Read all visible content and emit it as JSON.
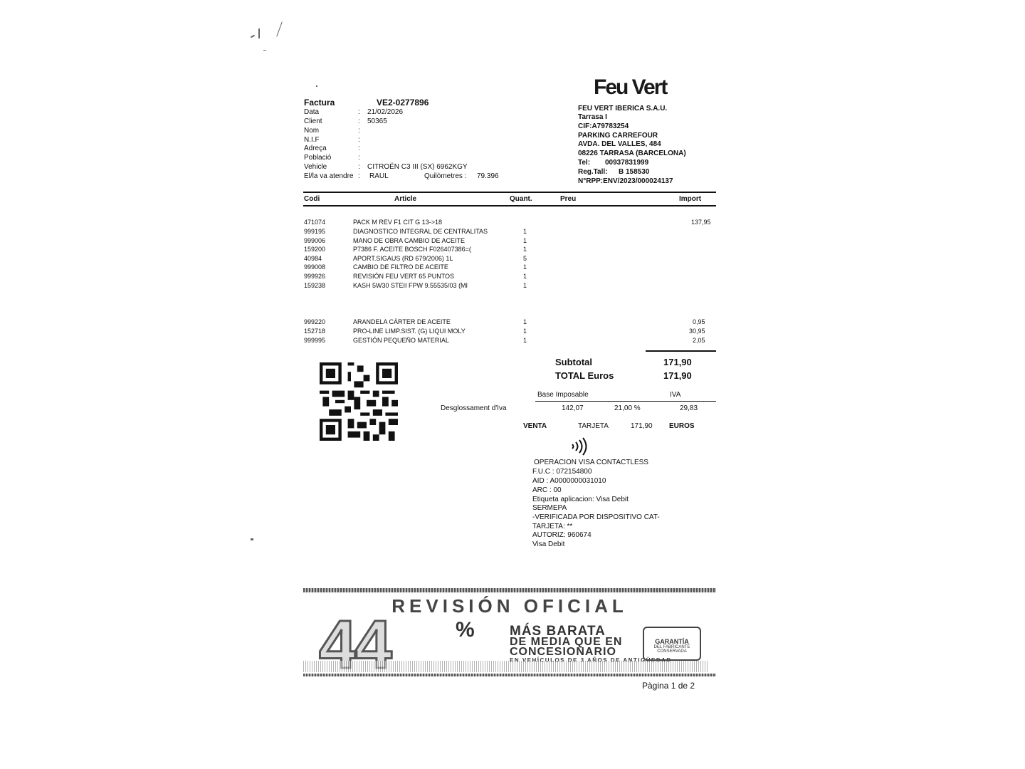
{
  "invoice": {
    "label": "Factura",
    "number": "VE2-0277896",
    "fields": [
      {
        "label": "Data",
        "value": "21/02/2026"
      },
      {
        "label": "Client",
        "value": "50365"
      },
      {
        "label": "Nom",
        "value": ""
      },
      {
        "label": "N.I.F",
        "value": ""
      },
      {
        "label": "Adreça",
        "value": ""
      },
      {
        "label": "Població",
        "value": ""
      },
      {
        "label": "Vehicle",
        "value": "CITROËN  C3 III (SX) 6962KGY"
      },
      {
        "label": "El/la va atendre",
        "value": "RAUL"
      }
    ],
    "km_label": "Quilòmetres :",
    "km_value": "79.396"
  },
  "company": {
    "logo": "Feu Vert",
    "lines": [
      "FEU VERT IBERICA S.A.U.",
      "Tarrasa I",
      "CIF:A79783254",
      "PARKING CARREFOUR",
      "AVDA. DEL VALLES, 484",
      "08226 TARRASA (BARCELONA)"
    ],
    "tel_label": "Tel:",
    "tel_value": "00937831999",
    "reg_label": "Reg.Tall:",
    "reg_value": "B 158530",
    "rpp": "N°RPP:ENV/2023/000024137"
  },
  "table": {
    "headers": {
      "code": "Codi",
      "article": "Article",
      "qty": "Quant.",
      "price": "Preu",
      "amount": "Import"
    },
    "rows": [
      {
        "code": "471074",
        "article": "PACK M REV F1 CIT G 13->18",
        "qty": "",
        "amount": "137,95"
      },
      {
        "code": "999195",
        "article": "DIAGNOSTICO INTEGRAL DE CENTRALITAS",
        "qty": "1",
        "amount": ""
      },
      {
        "code": "999006",
        "article": "MANO DE OBRA CAMBIO DE ACEITE",
        "qty": "1",
        "amount": ""
      },
      {
        "code": "159200",
        "article": "P7386 F. ACEITE BOSCH F026407386=(",
        "qty": "1",
        "amount": ""
      },
      {
        "code": "40984",
        "article": "APORT.SIGAUS (RD 679/2006) 1L",
        "qty": "5",
        "amount": ""
      },
      {
        "code": "999008",
        "article": "CAMBIO DE FILTRO DE ACEITE",
        "qty": "1",
        "amount": ""
      },
      {
        "code": "999926",
        "article": "REVISIÓN FEU VERT 65 PUNTOS",
        "qty": "1",
        "amount": ""
      },
      {
        "code": "159238",
        "article": "KASH 5W30 STEII FPW 9.55535/03 (MI",
        "qty": "1",
        "amount": ""
      }
    ],
    "rows2": [
      {
        "code": "999220",
        "article": "ARANDELA CÁRTER DE ACEITE",
        "qty": "1",
        "amount": "0,95"
      },
      {
        "code": "152718",
        "article": "PRO-LINE LIMP.SIST. (G) LIQUI MOLY",
        "qty": "1",
        "amount": "30,95"
      },
      {
        "code": "999995",
        "article": "GESTIÓN PEQUEÑO MATERIAL",
        "qty": "1",
        "amount": "2,05"
      }
    ]
  },
  "totals": {
    "subtotal_label": "Subtotal",
    "subtotal": "171,90",
    "total_label": "TOTAL Euros",
    "total": "171,90",
    "base_label": "Base Imposable",
    "iva_label": "IVA",
    "breakdown_label": "Desglossament d'Iva",
    "base": "142,07",
    "rate": "21,00 %",
    "iva": "29,83"
  },
  "payment": {
    "sale": "VENTA",
    "method": "TARJETA",
    "amount": "171,90",
    "currency": "EUROS",
    "icon": "contactless-icon",
    "receipt": [
      "OPERACION VISA CONTACTLESS",
      "F.U.C : 072154800",
      "AID  : A0000000031010",
      "ARC : 00",
      "Etiqueta aplicacion: Visa Debit",
      "SERMEPA",
      "-VERIFICADA POR DISPOSITIVO CAT-",
      "TARJETA:  **",
      "AUTORIZ:  960674",
      "Visa Debit"
    ]
  },
  "banner": {
    "title": "REVISIÓN OFICIAL",
    "big": "44",
    "pct": "%",
    "line1": "MÁS BARATA",
    "line2": "DE MEDIA QUE EN",
    "line3": "CONCESIONARIO",
    "line4": "EN VEHÍCULOS DE 3 AÑOS DE ANTIGÜEDAD",
    "seal1": "GARANTÍA",
    "seal2": "DEL FABRICANTE",
    "seal3": "CONSERVADA"
  },
  "page_label": "Pàgina 1 de 2"
}
